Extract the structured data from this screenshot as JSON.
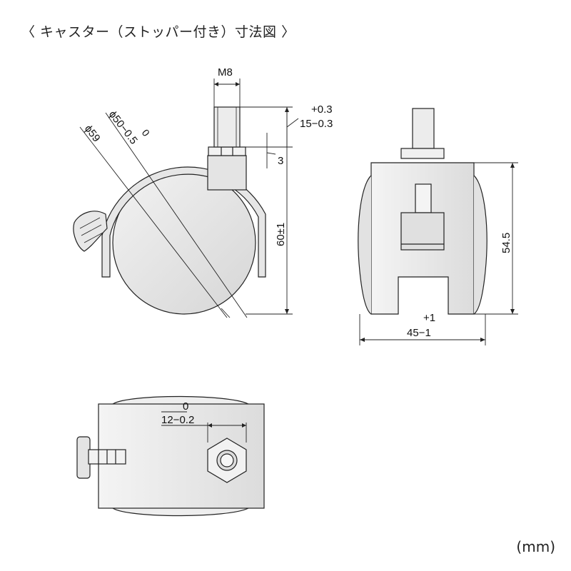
{
  "title": "〈 キャスター（ストッパー付き）寸法図 〉",
  "unit": "(mm)",
  "dims": {
    "thread": "M8",
    "stem_tol_upper": "+0.3",
    "stem_length": "15−0.3",
    "nut_height": "3",
    "total_height": "60±1",
    "wheel_dia_59": "ϕ59",
    "wheel_dia_50": "ϕ50−0.5",
    "wheel_dia_50_upper": "0",
    "body_height": "54.5",
    "width_tol_upper": "+1",
    "width": "45−1",
    "offset_upper": "0",
    "offset": "12−0.2"
  }
}
